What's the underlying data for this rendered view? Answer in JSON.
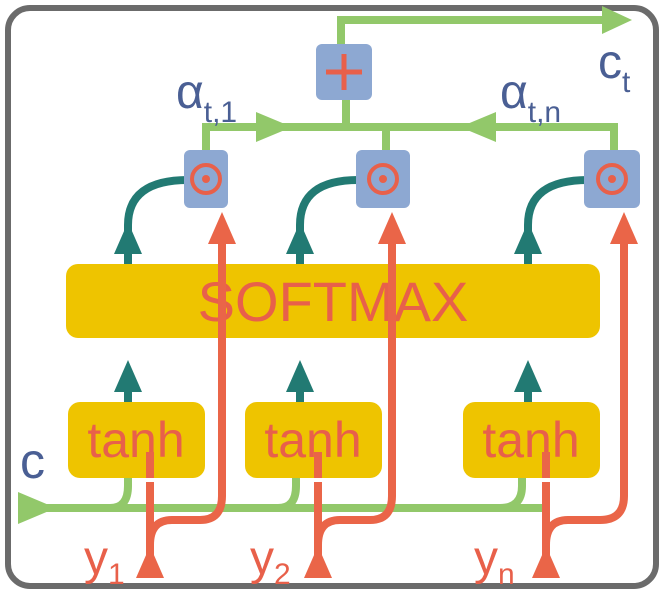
{
  "diagram": {
    "softmax_label": "SOFTMAX",
    "tanh_labels": [
      "tanh",
      "tanh",
      "tanh"
    ],
    "y_labels": [
      {
        "base": "y",
        "sub": "1"
      },
      {
        "base": "y",
        "sub": "2"
      },
      {
        "base": "y",
        "sub": "n"
      }
    ],
    "context_label": "c",
    "output_label": {
      "base": "c",
      "sub": "t"
    },
    "alpha_labels": [
      {
        "base": "α",
        "sub": "t,1"
      },
      {
        "base": "α",
        "sub": "t,n"
      }
    ],
    "sum_symbol": "+",
    "product_symbol": "⊙"
  },
  "colors": {
    "frame": "#6b6b6b",
    "yellow": "#eec400",
    "text_orange": "#e8604a",
    "arrow_orange": "#ea6548",
    "teal": "#227a73",
    "green": "#92c86a",
    "blue_box": "#8da8d2",
    "label_blue": "#4a5f94"
  }
}
